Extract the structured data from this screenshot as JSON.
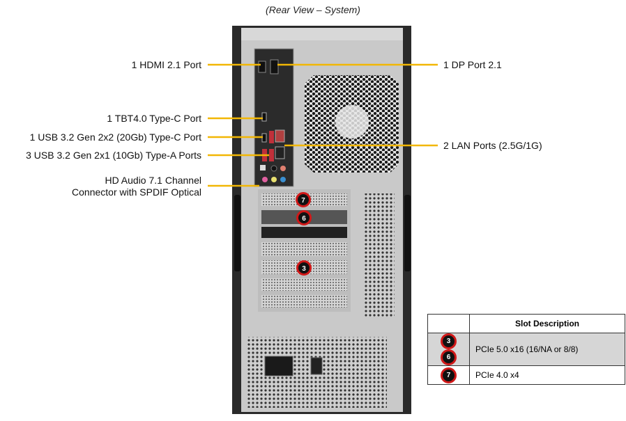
{
  "title": "(Rear View – System)",
  "callouts_left": [
    {
      "label": "1 HDMI 2.1 Port"
    },
    {
      "label": "1 TBT4.0 Type-C Port"
    },
    {
      "label": "1 USB 3.2 Gen 2x2 (20Gb) Type-C Port"
    },
    {
      "label": "3 USB 3.2 Gen 2x1 (10Gb) Type-A Ports"
    },
    {
      "label_line1": "HD Audio 7.1 Channel",
      "label_line2": "Connector with SPDIF Optical"
    }
  ],
  "callouts_right": [
    {
      "label": "1 DP Port 2.1"
    },
    {
      "label": "2 LAN Ports (2.5G/1G)"
    }
  ],
  "slot_badges": [
    "7",
    "6",
    "3"
  ],
  "table": {
    "header": "Slot Description",
    "rows": [
      {
        "badges": [
          "3",
          "6"
        ],
        "description": "PCIe 5.0 x16 (16/NA or 8/8)"
      },
      {
        "badges": [
          "7"
        ],
        "description": "PCIe 4.0 x4"
      }
    ]
  },
  "colors": {
    "callout": "#f2b705",
    "badge_ring": "#d01818"
  }
}
